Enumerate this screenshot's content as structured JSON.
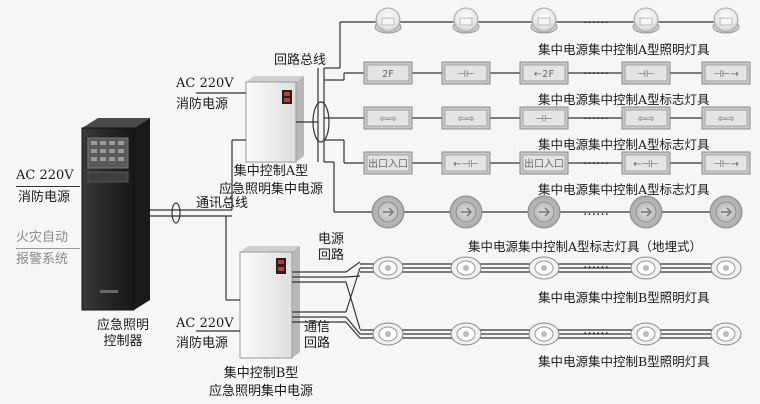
{
  "controller": {
    "title_line1": "应急照明",
    "title_line2": "控制器",
    "power_line1": "AC  220V",
    "power_line2": "消防电源",
    "alarm_line1": "火灾自动",
    "alarm_line2": "报警系统"
  },
  "supply_a": {
    "power_line1": "AC  220V",
    "power_line2": "消防电源",
    "title_line1": "集中控制A型",
    "title_line2": "应急照明集中电源",
    "loop_bus_label": "回路总线"
  },
  "supply_b": {
    "power_line1": "AC  220V",
    "power_line2": "消防电源",
    "title_line1": "集中控制B型",
    "title_line2": "应急照明集中电源",
    "power_loop_line1": "电源",
    "power_loop_line2": "回路",
    "comm_loop_line1": "通信",
    "comm_loop_line2": "回路"
  },
  "comm_bus_label": "通讯总线",
  "ellipsis": "……",
  "rows": [
    {
      "label": "集中电源集中控制A型照明灯具",
      "kind": "bulb"
    },
    {
      "label": "集中电源集中控制A型标志灯具",
      "kind": "sign",
      "texts": [
        "2F",
        "⊣⊢",
        "←2F",
        "⊣⊢",
        "⊣⊢→"
      ]
    },
    {
      "label": "集中电源集中控制A型标志灯具",
      "kind": "sign",
      "texts": [
        "⇦⇨",
        "⇦⇨",
        "⊣⊢",
        "⇦⇨",
        "⇦⇨"
      ]
    },
    {
      "label": "集中电源集中控制A型标志灯具",
      "kind": "sign",
      "texts": [
        "出口入口",
        "←⊣⊢",
        "出口入口",
        "←⊣⊢",
        "⊣⊢→"
      ]
    },
    {
      "label": "集中电源集中控制A型标志灯具（地埋式）",
      "kind": "floor"
    },
    {
      "label": "集中电源集中控制B型照明灯具",
      "kind": "spot"
    },
    {
      "label": "集中电源集中控制B型照明灯具",
      "kind": "spot"
    }
  ]
}
